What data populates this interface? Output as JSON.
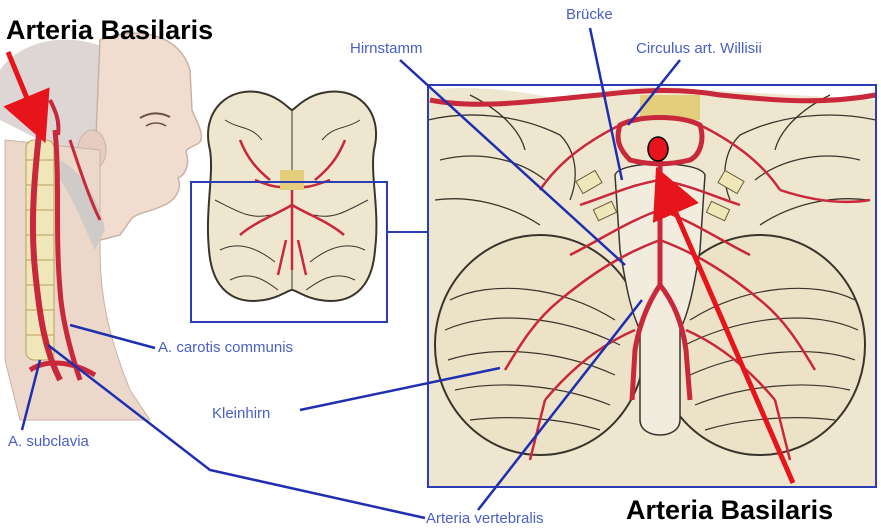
{
  "labels": {
    "title_top_left": "Arteria Basilaris",
    "title_bottom_right": "Arteria Basilaris",
    "bruecke": "Brücke",
    "hirnstamm": "Hirnstamm",
    "circulus": "Circulus art. Willisii",
    "carotis": "A. carotis communis",
    "kleinhirn": "Kleinhirn",
    "subclavia": "A. subclavia",
    "vertebralis": "Arteria vertebralis"
  },
  "colors": {
    "label_blue": "#4a5fc4",
    "leader_blue": "#1f2fb0",
    "arrow_red": "#e8141b",
    "artery": "#c8283a",
    "brain_fill": "#efe6cf",
    "brain_line": "#3a352c",
    "skin": "#efdccf",
    "frame_blue": "#2a3db5"
  }
}
